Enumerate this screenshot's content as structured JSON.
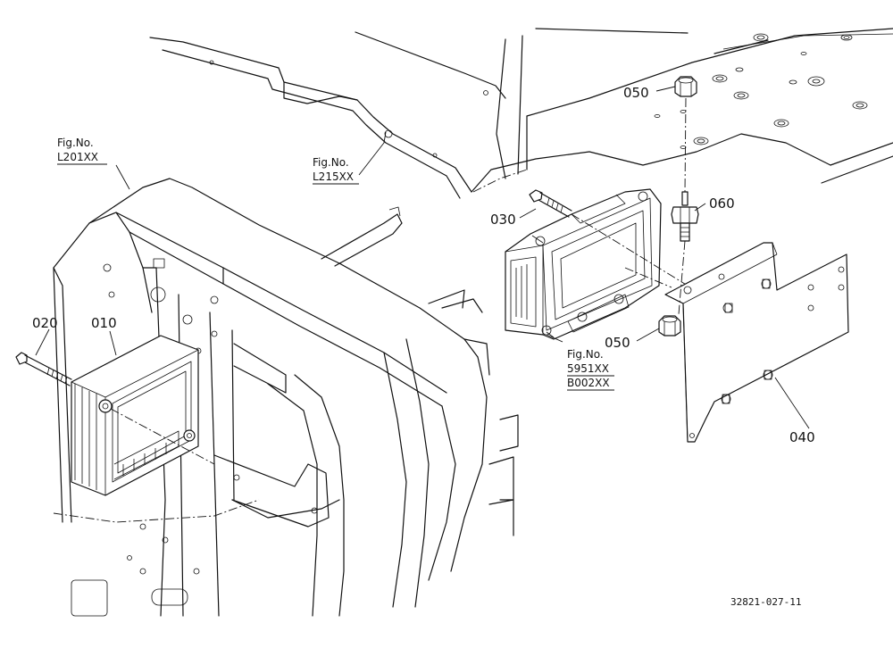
{
  "callouts": {
    "p010": "010",
    "p020": "020",
    "p030": "030",
    "p040": "040",
    "p050_top": "050",
    "p050_low": "050",
    "p060": "060"
  },
  "figrefs": {
    "l201": {
      "line1": "Fig.No.",
      "line2": "L201XX"
    },
    "l215": {
      "line1": "Fig.No.",
      "line2": "L215XX"
    },
    "f5951": {
      "line1": "Fig.No.",
      "line2": "5951XX",
      "line3": "B002XX"
    }
  },
  "drawing_number": "32821-027-11"
}
